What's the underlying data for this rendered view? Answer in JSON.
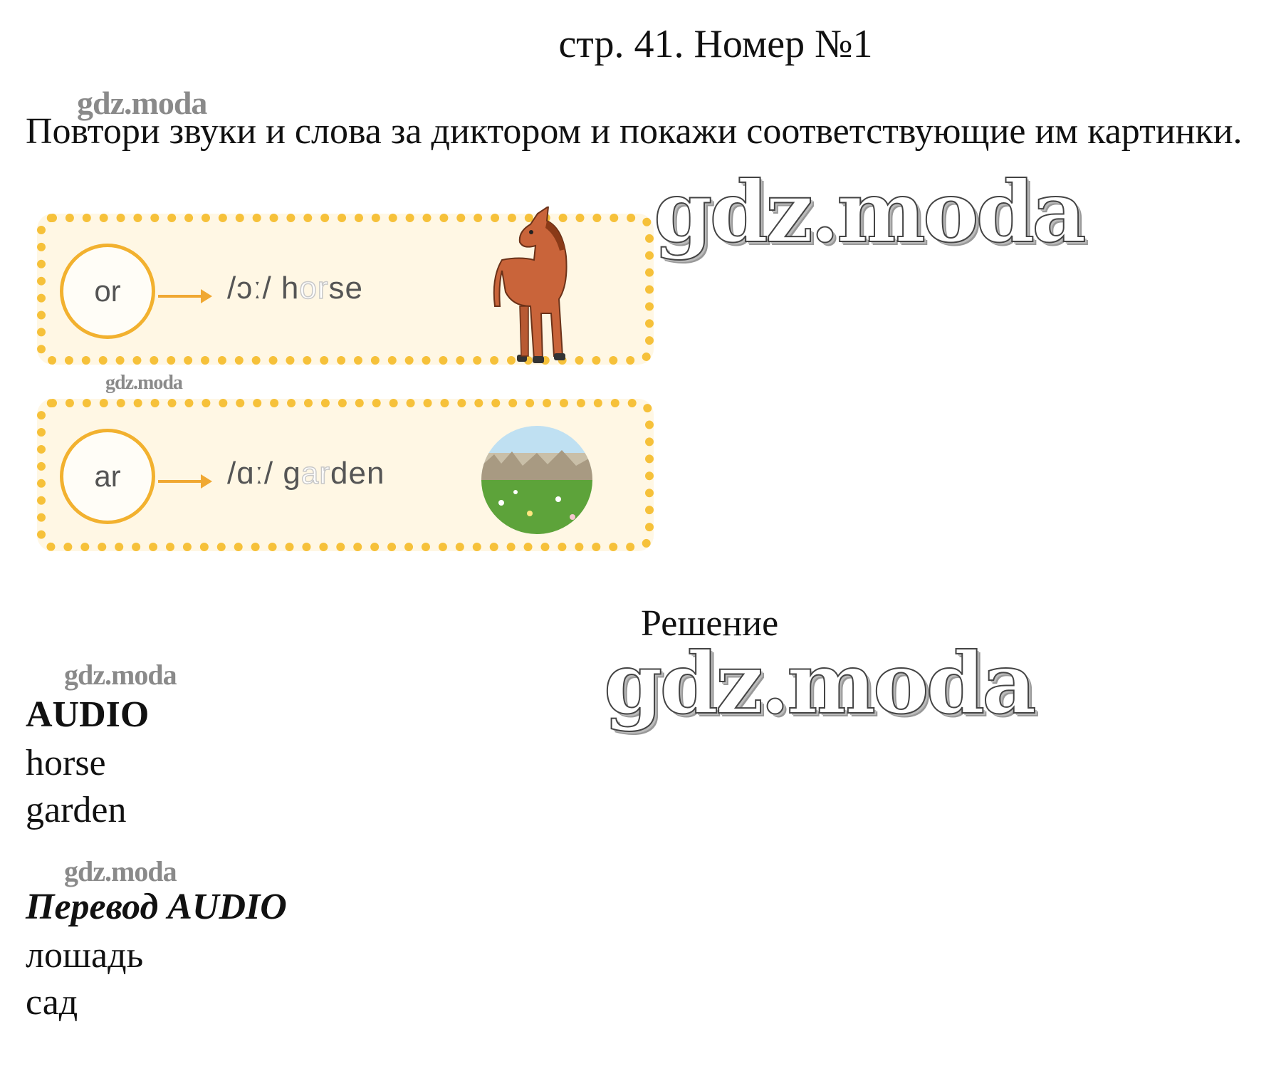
{
  "header": {
    "title": "стр. 41. Номер №1"
  },
  "task": {
    "text": "Повтори звуки и слова за диктором и покажи соответствующие им картинки."
  },
  "watermark": {
    "text": "gdz.moda"
  },
  "cards": [
    {
      "circle": "or",
      "ipa": "/ɔː/",
      "word_start": "h",
      "word_ghost": "or",
      "word_end": "se",
      "image": "horse-illustration"
    },
    {
      "circle": "ar",
      "ipa": "/ɑː/",
      "word_start": "g",
      "word_ghost": "ar",
      "word_end": "den",
      "image": "garden-illustration"
    }
  ],
  "solution": {
    "title": "Решение",
    "audio_heading": "AUDIO",
    "audio_lines": [
      "horse",
      "garden"
    ],
    "translation_heading": "Перевод AUDIO",
    "translation_lines": [
      "лошадь",
      "сад"
    ]
  },
  "colors": {
    "card_border": "#f6c13a",
    "card_bg": "#fff7e4",
    "circle_border": "#f2b12f",
    "arrow": "#f0a832"
  }
}
